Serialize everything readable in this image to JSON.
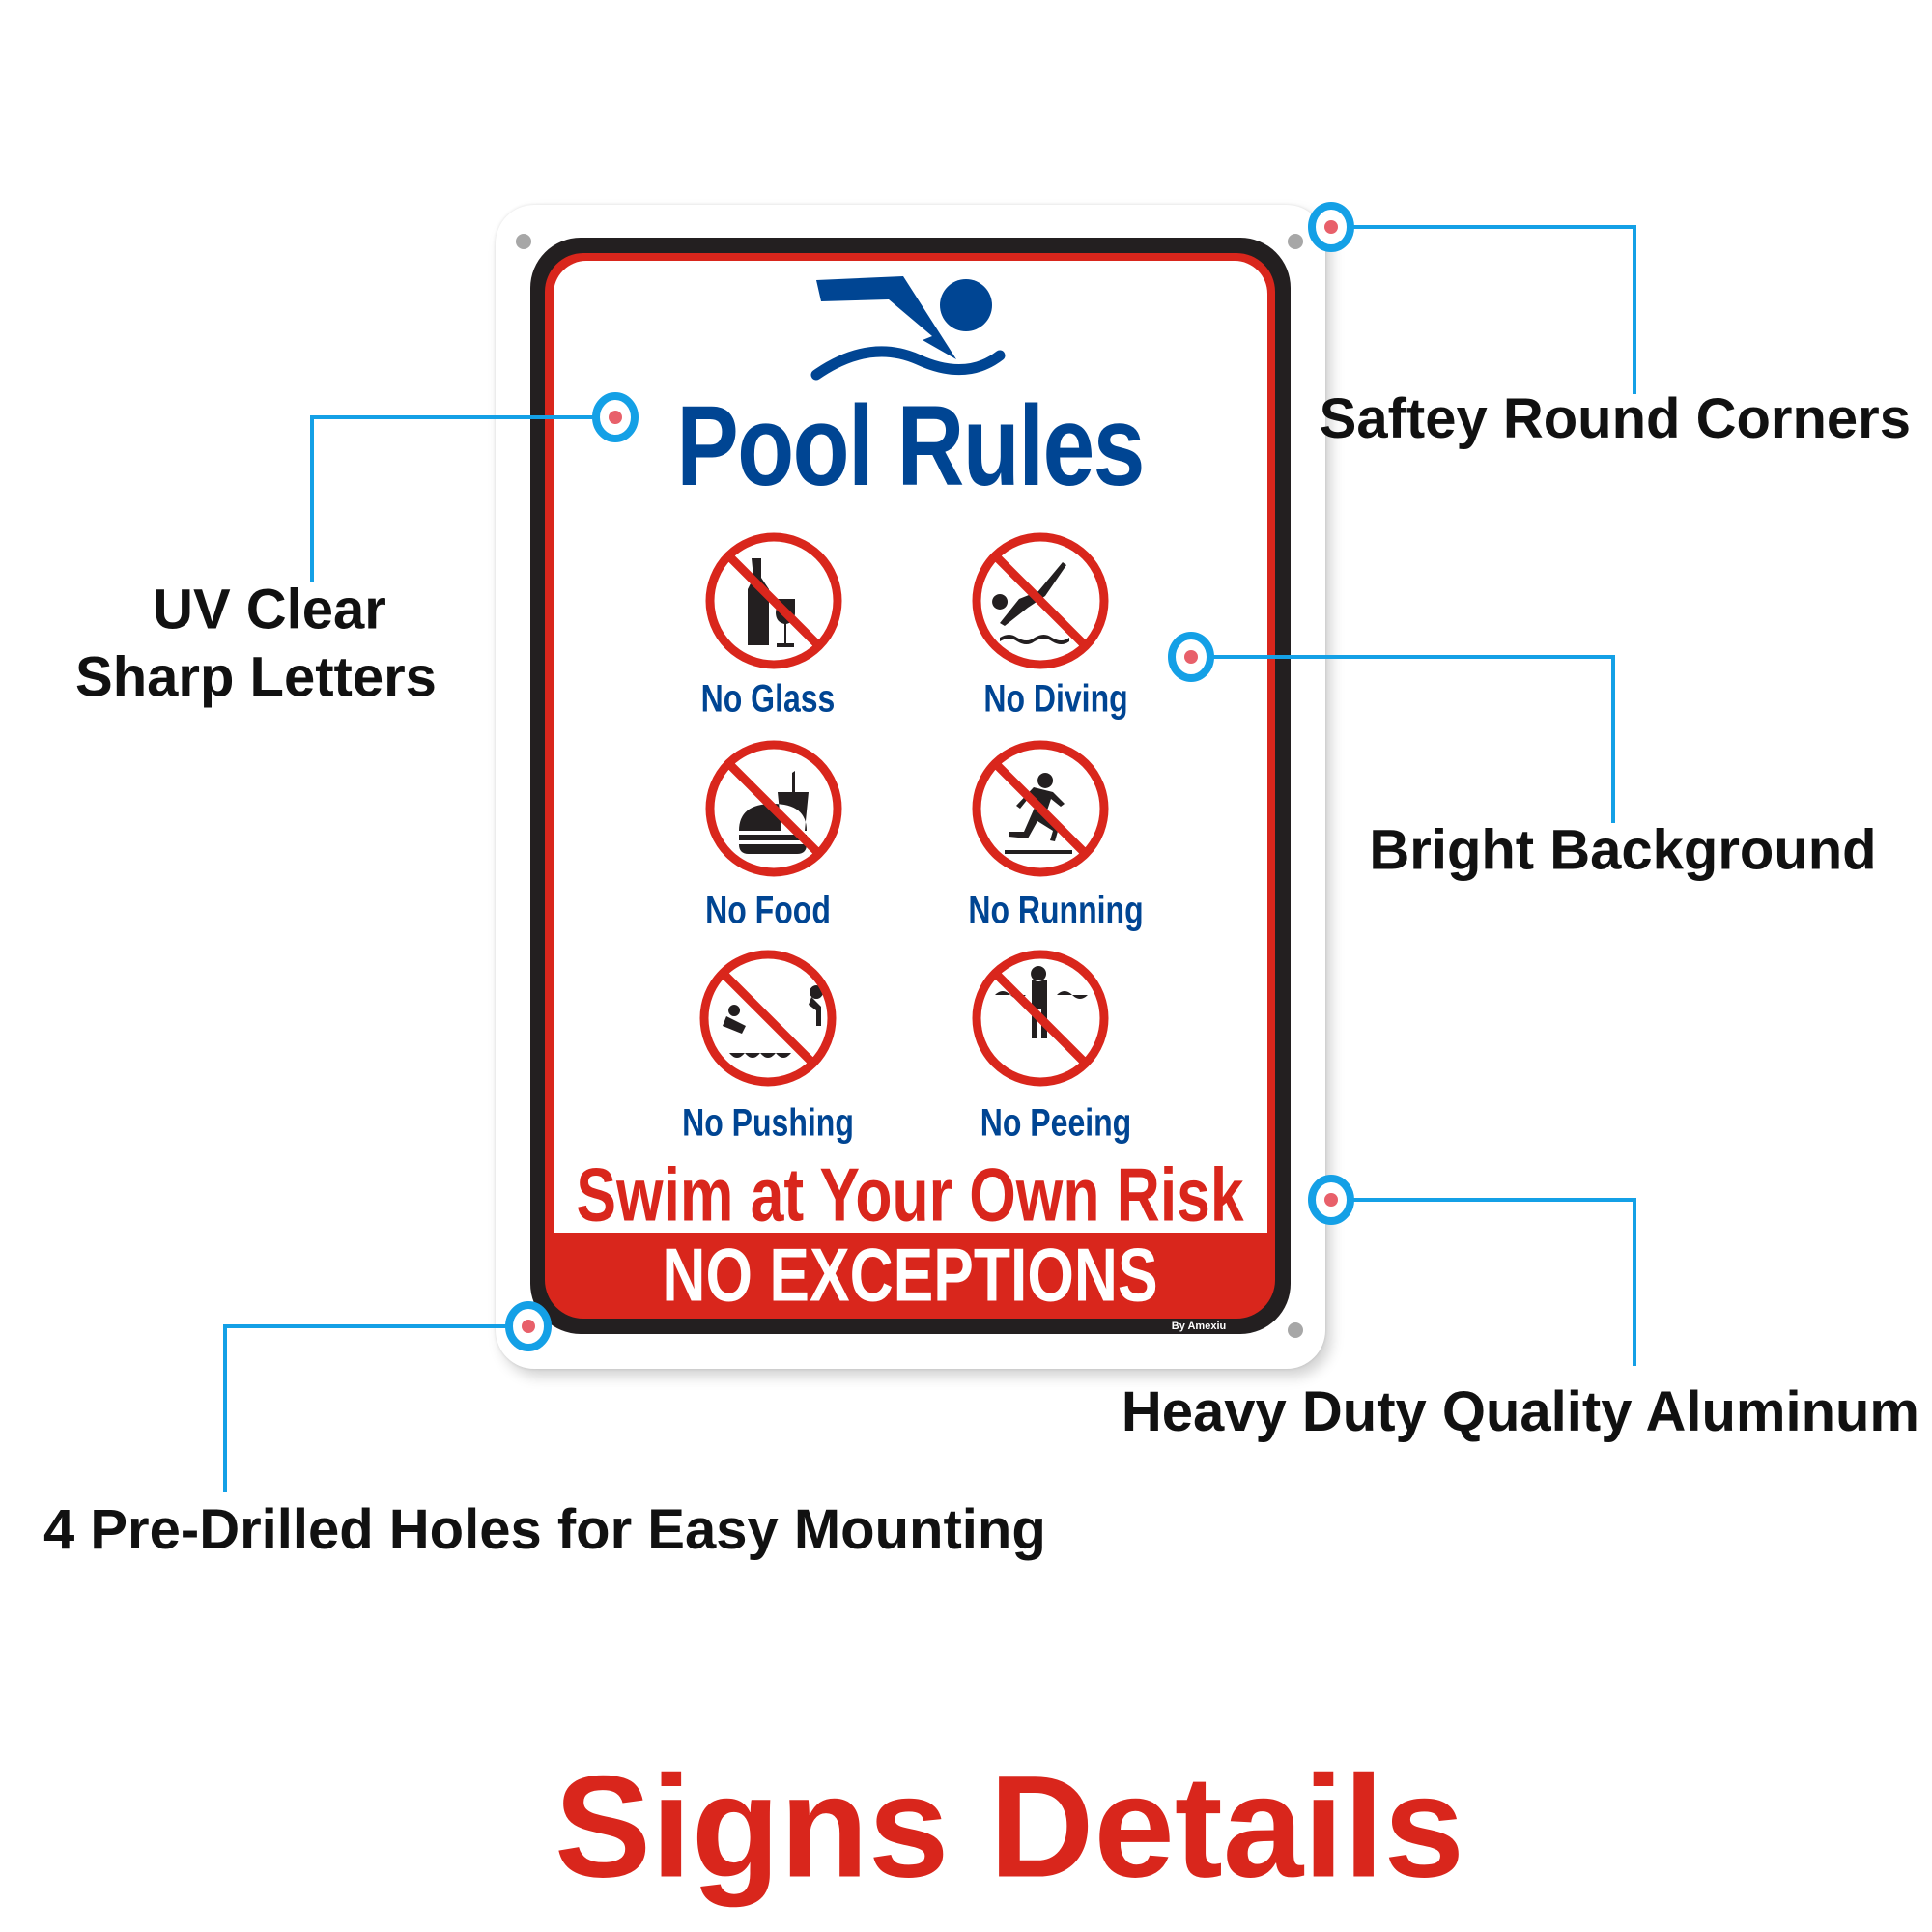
{
  "sign": {
    "title": "Pool Rules",
    "rules": [
      {
        "label": "No Glass",
        "icon": "no-glass-icon"
      },
      {
        "label": "No Diving",
        "icon": "no-diving-icon"
      },
      {
        "label": "No Food",
        "icon": "no-food-icon"
      },
      {
        "label": "No Running",
        "icon": "no-running-icon"
      },
      {
        "label": "No Pushing",
        "icon": "no-pushing-icon"
      },
      {
        "label": "No Peeing",
        "icon": "no-peeing-icon"
      }
    ],
    "warning": "Swim at Your Own Risk",
    "banner": "NO EXCEPTIONS",
    "brand": "By Amexiu"
  },
  "callouts": {
    "corners": "Saftey Round Corners",
    "letters_line1": "UV Clear",
    "letters_line2": "Sharp Letters",
    "background": "Bright Background",
    "aluminum": "Heavy Duty Quality Aluminum",
    "holes": "4 Pre-Drilled Holes for Easy Mounting"
  },
  "footer": {
    "title": "Signs Details"
  },
  "colors": {
    "blue": "#004593",
    "red": "#d9261c",
    "callout_blue": "#14a0e6",
    "black": "#231f20"
  }
}
